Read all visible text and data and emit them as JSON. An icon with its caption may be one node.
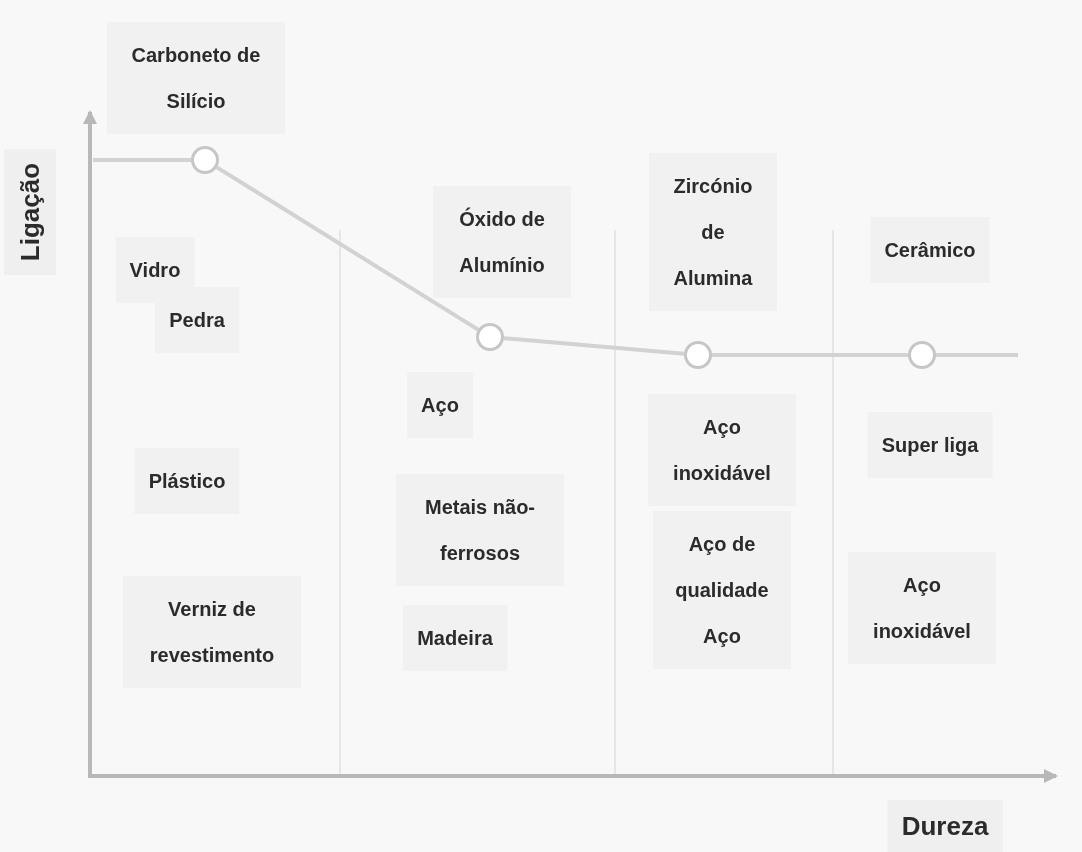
{
  "diagram": {
    "nodes": [
      {
        "text": [],
        "shape": "circle"
      },
      {
        "text": [],
        "shape": "circle"
      },
      {
        "text": [],
        "shape": "circle"
      },
      {
        "text": [],
        "shape": "circle"
      }
    ],
    "edges": [
      {
        "from": null,
        "to": 0,
        "arrow": "none"
      },
      {
        "from": 0,
        "to": 1,
        "arrow": "none"
      },
      {
        "from": 1,
        "to": 2,
        "arrow": "none"
      },
      {
        "from": 2,
        "to": 3,
        "arrow": "none"
      },
      {
        "from": 3,
        "to": null,
        "arrow": "none"
      }
    ],
    "labels": [
      "Carboneto de Silício",
      "Ligação",
      "Vidro",
      "Pedra",
      "Óxido de Alumínio",
      "Zircónio de Alumina",
      "Cerâmico",
      "Aço",
      "Aço inoxidável",
      "Super liga",
      "Plástico",
      "Metais não-ferrosos",
      "Aço de qualidade Aço",
      "Aço inoxidável",
      "Verniz de revestimento",
      "Madeira",
      "Dureza"
    ]
  }
}
